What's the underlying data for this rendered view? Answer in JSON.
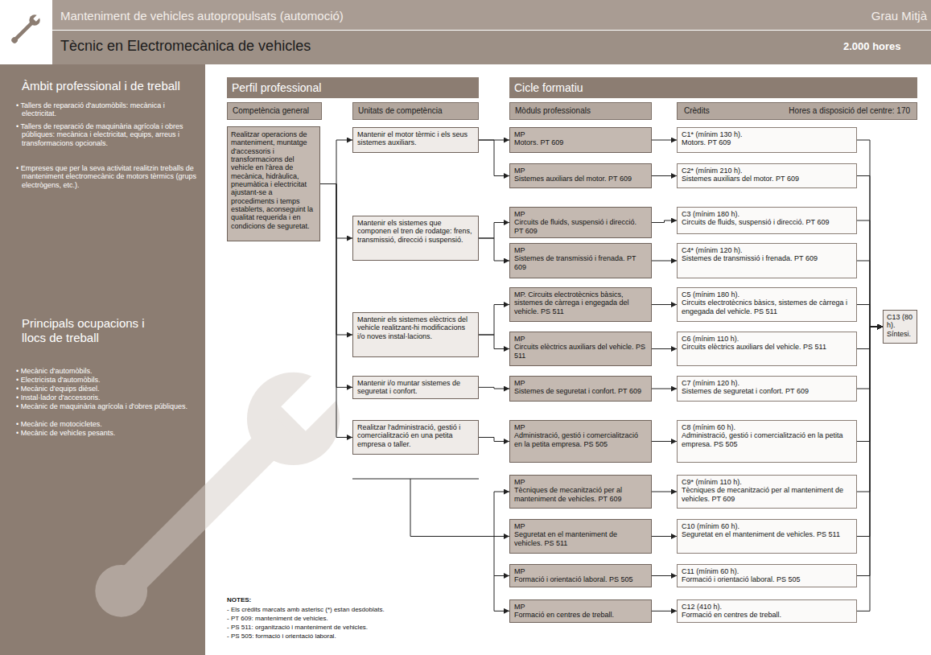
{
  "diagram": {
    "title": "Tècnic en Electromecànica de vehicles",
    "nodes": [
      {
        "text": [
          "Perfil professional"
        ]
      },
      {
        "text": [
          "Cicle formatiu"
        ]
      },
      {
        "text": [
          "Competència general"
        ]
      },
      {
        "text": [
          "Unitats de competència"
        ]
      },
      {
        "text": [
          "Mòduls professionals"
        ]
      },
      {
        "text": [
          "Crèdits",
          "Hores a disposició del centre: 170"
        ]
      },
      {
        "text": [
          "Realitzar operacions de manteniment, muntatge d'accessoris i transformacions del vehicle en l'àrea de mecànica, hidràulica, pneumàtica i electricitat ajustant-se a procediments i temps establerts, aconseguint la qualitat requerida i en condicions de seguretat."
        ]
      },
      {
        "text": [
          "Mantenir el motor tèrmic i els seus sistemes auxiliars."
        ]
      },
      {
        "text": [
          "Mantenir els sistemes que componen el tren de rodatge: frens, transmissió, direcció i suspensió."
        ]
      },
      {
        "text": [
          "Mantenir els sistemes elèctrics del vehicle realitzant-hi modificacions i/o noves instal·lacions."
        ]
      },
      {
        "text": [
          "Mantenir i/o muntar sistemes de seguretat i confort."
        ]
      },
      {
        "text": [
          "Realitzar l'administració, gestió i comercialització en una petita empresa o taller."
        ]
      },
      {
        "text": [
          "MP",
          "Motors. PT 609"
        ]
      },
      {
        "text": [
          "MP",
          "Sistemes auxiliars del motor. PT 609"
        ]
      },
      {
        "text": [
          "MP",
          "Circuits de fluids, suspensió i direcció. PT 609"
        ]
      },
      {
        "text": [
          "MP",
          "Sistemes de transmissió i frenada. PT 609"
        ]
      },
      {
        "text": [
          "MP. Circuits electrotècnics bàsics, sistemes de càrrega i engegada del vehicle. PS 511"
        ]
      },
      {
        "text": [
          "MP",
          "Circuits elèctrics auxiliars del vehicle. PS 511"
        ]
      },
      {
        "text": [
          "MP",
          "Sistemes de seguretat i confort. PT 609"
        ]
      },
      {
        "text": [
          "MP",
          "Administració, gestió i comercialització en la petita empresa. PS 505"
        ]
      },
      {
        "text": [
          "MP",
          "Tècniques de mecanització per al manteniment de vehicles. PT 609"
        ]
      },
      {
        "text": [
          "MP",
          "Seguretat en el manteniment de vehicles. PS 511"
        ]
      },
      {
        "text": [
          "MP",
          "Formació i orientació laboral. PS 505"
        ]
      },
      {
        "text": [
          "MP",
          "Formació en centres de treball."
        ]
      },
      {
        "text": [
          "C1* (mínim 130 h).",
          "Motors. PT 609"
        ]
      },
      {
        "text": [
          "C2* (mínim 210 h).",
          "Sistemes auxiliars del motor. PT 609"
        ]
      },
      {
        "text": [
          "C3 (mínim 180 h).",
          "Circuits de fluids, suspensió i direcció. PT 609"
        ]
      },
      {
        "text": [
          "C4* (mínim 120 h).",
          "Sistemes de transmissió i frenada. PT 609"
        ]
      },
      {
        "text": [
          "C5 (mínim 180 h).",
          "Circuits electrotècnics bàsics, sistemes de càrrega i engegada del vehicle. PS 511"
        ]
      },
      {
        "text": [
          "C6 (mínim 110 h).",
          "Circuits elèctrics auxiliars del vehicle. PS 511"
        ]
      },
      {
        "text": [
          "C7 (mínim 120 h).",
          "Sistemes de seguretat i confort. PT 609"
        ]
      },
      {
        "text": [
          "C8 (mínim 60 h).",
          "Administració, gestió i comercialització en la petita empresa. PS 505"
        ]
      },
      {
        "text": [
          "C9* (mínim 110 h).",
          "Tècniques de mecanització per al manteniment de vehicles. PT 609"
        ]
      },
      {
        "text": [
          "C10 (mínim 60 h).",
          "Seguretat en el manteniment de vehicles. PS 511"
        ]
      },
      {
        "text": [
          "C11 (mínim 60 h).",
          "Formació i orientació laboral. PS 505"
        ]
      },
      {
        "text": [
          "C12 (410 h).",
          "Formació en centres de treball."
        ]
      },
      {
        "text": [
          "C13 (80 h).",
          "Síntesi."
        ]
      }
    ],
    "edges": [
      {
        "from": 6,
        "to": 7,
        "arrow": "to"
      },
      {
        "from": 6,
        "to": 8,
        "arrow": "to"
      },
      {
        "from": 6,
        "to": 9,
        "arrow": "to"
      },
      {
        "from": 6,
        "to": 10,
        "arrow": "to"
      },
      {
        "from": 6,
        "to": 11,
        "arrow": "to"
      },
      {
        "from": 7,
        "to": 12,
        "arrow": "to"
      },
      {
        "from": 7,
        "to": 13,
        "arrow": "to"
      },
      {
        "from": 8,
        "to": 14,
        "arrow": "to"
      },
      {
        "from": 8,
        "to": 15,
        "arrow": "to"
      },
      {
        "from": 9,
        "to": 16,
        "arrow": "to"
      },
      {
        "from": 9,
        "to": 17,
        "arrow": "to"
      },
      {
        "from": 10,
        "to": 18,
        "arrow": "to"
      },
      {
        "from": 11,
        "to": 19,
        "arrow": "to"
      },
      {
        "from": 12,
        "to": 24,
        "arrow": "to"
      },
      {
        "from": 13,
        "to": 25,
        "arrow": "to"
      },
      {
        "from": 14,
        "to": 26,
        "arrow": "to"
      },
      {
        "from": 15,
        "to": 27,
        "arrow": "to"
      },
      {
        "from": 16,
        "to": 28,
        "arrow": "to"
      },
      {
        "from": 17,
        "to": 29,
        "arrow": "to"
      },
      {
        "from": 18,
        "to": 30,
        "arrow": "to"
      },
      {
        "from": 19,
        "to": 31,
        "arrow": "to"
      },
      {
        "from": 20,
        "to": 32,
        "arrow": "to"
      },
      {
        "from": 21,
        "to": 33,
        "arrow": "to"
      },
      {
        "from": 22,
        "to": 34,
        "arrow": "to"
      },
      {
        "from": 23,
        "to": 35,
        "arrow": "to"
      },
      {
        "from": 24,
        "to": 36,
        "arrow": "to"
      },
      {
        "from": 25,
        "to": 36,
        "arrow": "to"
      },
      {
        "from": 26,
        "to": 36,
        "arrow": "to"
      },
      {
        "from": 27,
        "to": 36,
        "arrow": "to"
      },
      {
        "from": 28,
        "to": 36,
        "arrow": "to"
      },
      {
        "from": 29,
        "to": 36,
        "arrow": "to"
      },
      {
        "from": 30,
        "to": 36,
        "arrow": "to"
      },
      {
        "from": 31,
        "to": 36,
        "arrow": "to"
      },
      {
        "from": 32,
        "to": 36,
        "arrow": "to"
      },
      {
        "from": 33,
        "to": 36,
        "arrow": "to"
      },
      {
        "from": 34,
        "to": 36,
        "arrow": "to"
      },
      {
        "from": 35,
        "to": 36,
        "arrow": "to"
      }
    ],
    "labels": [
      "Manteniment de vehicles autopropulsats (automoció)",
      "Grau Mitjà",
      "2.000 hores",
      "Àmbit professional i de treball",
      "• Tallers de reparació d'automòbils: mecànica i electricitat.",
      "• Tallers de reparació de maquinària agrícola i obres públiques: mecànica i electricitat, equips, arreus i transformacions opcionals.",
      "• Empreses que per la seva activitat realitzin treballs de manteniment electromecànic de motors tèrmics (grups electrògens, etc.).",
      "Principals ocupacions i llocs de treball",
      "• Mecànic d'automòbils.",
      "• Electricista d'automòbils.",
      "• Mecànic d'equips dièsel.",
      "• Instal·lador d'accessoris.",
      "• Mecànic de maquinària agrícola i d'obres públiques.",
      "• Mecànic de motocicletes.",
      "• Mecànic de vehicles pesants.",
      "NOTES:",
      "- Els crèdits marcats amb asterisc (*) estan desdoblats.",
      "- PT 609: manteniment de vehicles.",
      "- PS 511: organització i manteniment de vehicles.",
      "- PS 505: formació i orientació laboral."
    ]
  }
}
